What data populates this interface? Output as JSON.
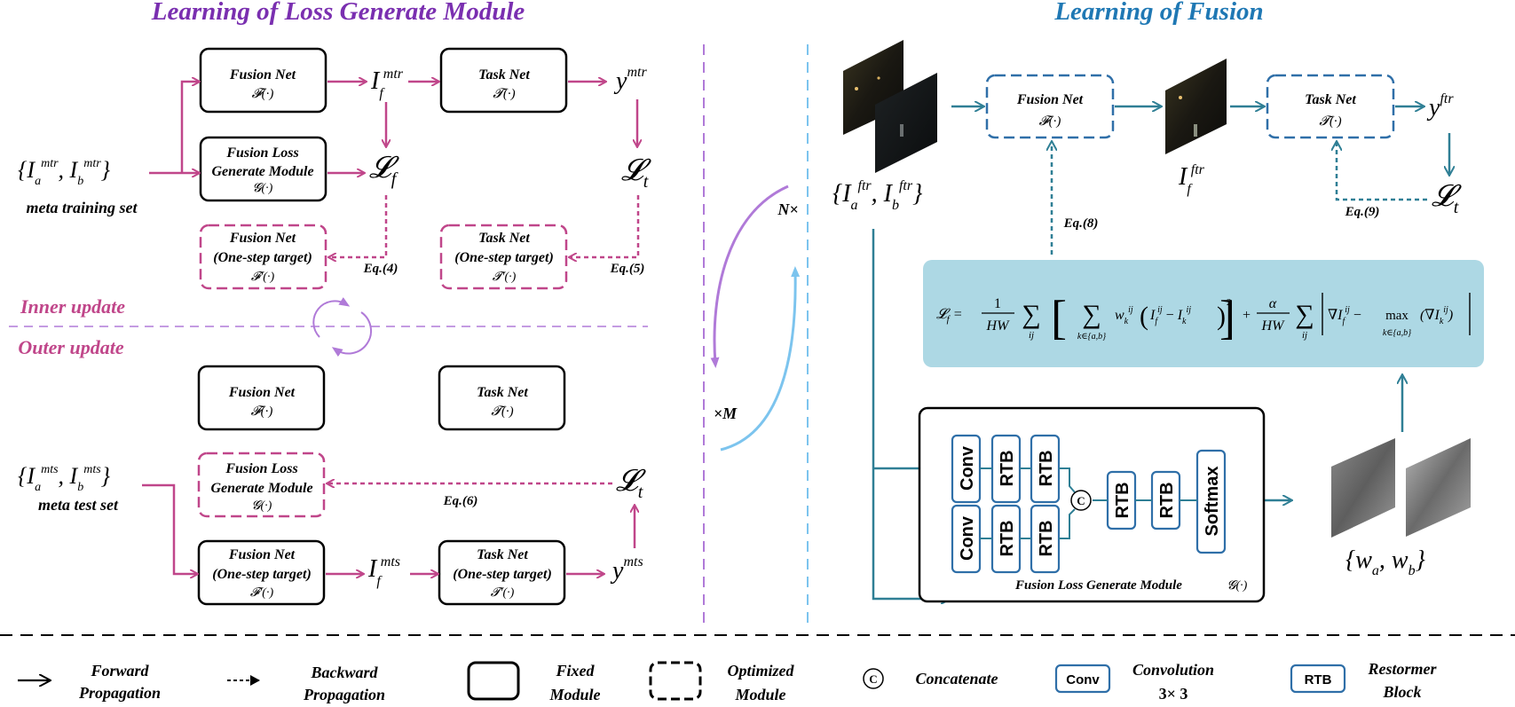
{
  "titles": {
    "left": "Learning of Loss Generate Module",
    "right": "Learning of Fusion"
  },
  "colors": {
    "left_title": "#7a2fb0",
    "right_title": "#1f78b4",
    "magenta": "#c0468a",
    "teal": "#2f7f95",
    "purple_arrow": "#b07ad8",
    "blue_arrow": "#7cc4ee",
    "formula_bg": "#add8e4",
    "block_blue": "#2f6fa8"
  },
  "left": {
    "fusion_net": "Fusion Net",
    "fusion_net_sym": "𝓕(·)",
    "task_net": "Task Net",
    "task_net_sym": "𝓣(·)",
    "loss_module_1": "Fusion Loss",
    "loss_module_2": "Generate Module",
    "loss_module_sym": "𝓖(·)",
    "onestep": "(One-step target)",
    "fusion_onestep_sym": "𝓕′(·)",
    "task_onestep_sym": "𝓣′(·)",
    "meta_train_label": "meta training set",
    "meta_test_label": "meta test set",
    "inner_update": "Inner update",
    "outer_update": "Outer update",
    "eq4": "Eq.(4)",
    "eq5": "Eq.(5)",
    "eq6": "Eq.(6)",
    "n_times": "N×",
    "times_m": "×M"
  },
  "right": {
    "fusion_net": "Fusion Net",
    "fusion_net_sym": "𝓕(·)",
    "task_net": "Task Net",
    "task_net_sym": "𝓣(·)",
    "eq8": "Eq.(8)",
    "eq9": "Eq.(9)",
    "module_label": "Fusion Loss Generate Module",
    "module_sym": "𝓖(·)",
    "conv": "Conv",
    "rtb": "RTB",
    "softmax": "Softmax",
    "concat": "C"
  },
  "legend": {
    "forward_1": "Forward",
    "forward_2": "Propagation",
    "backward_1": "Backward",
    "backward_2": "Propagation",
    "fixed_1": "Fixed",
    "fixed_2": "Module",
    "optimized_1": "Optimized",
    "optimized_2": "Module",
    "concat_symbol": "C",
    "concat_label": "Concatenate",
    "conv_box": "Conv",
    "conv_1": "Convolution",
    "conv_2": "3× 3",
    "rtb_box": "RTB",
    "rtb_1": "Restormer",
    "rtb_2": "Block"
  }
}
